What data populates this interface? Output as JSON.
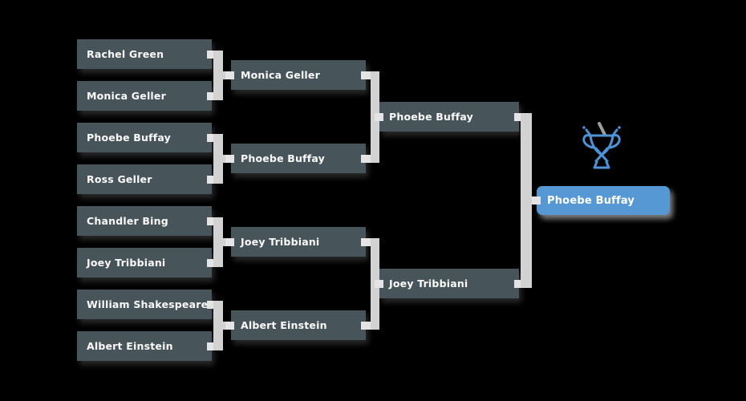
{
  "bracket": {
    "round1": [
      {
        "name": "Rachel Green"
      },
      {
        "name": "Monica Geller"
      },
      {
        "name": "Phoebe Buffay"
      },
      {
        "name": "Ross Geller"
      },
      {
        "name": "Chandler Bing"
      },
      {
        "name": "Joey Tribbiani"
      },
      {
        "name": "William Shakespeare"
      },
      {
        "name": "Albert Einstein"
      }
    ],
    "round2": [
      {
        "name": "Monica Geller"
      },
      {
        "name": "Phoebe Buffay"
      },
      {
        "name": "Joey Tribbiani"
      },
      {
        "name": "Albert Einstein"
      }
    ],
    "round3": [
      {
        "name": "Phoebe Buffay"
      },
      {
        "name": "Joey Tribbiani"
      }
    ],
    "winner": {
      "name": "Phoebe Buffay"
    }
  },
  "icons": {
    "trophy": "trophy-icon"
  },
  "colors": {
    "background": "#000000",
    "match_box": "#475459",
    "winner_box": "#5598d4",
    "connector": "#d2d2d2",
    "connector_tab": "#e4e4e4",
    "trophy_blue": "#4d92d6",
    "trophy_gray": "#9e9e9e",
    "text": "#fafafa"
  }
}
